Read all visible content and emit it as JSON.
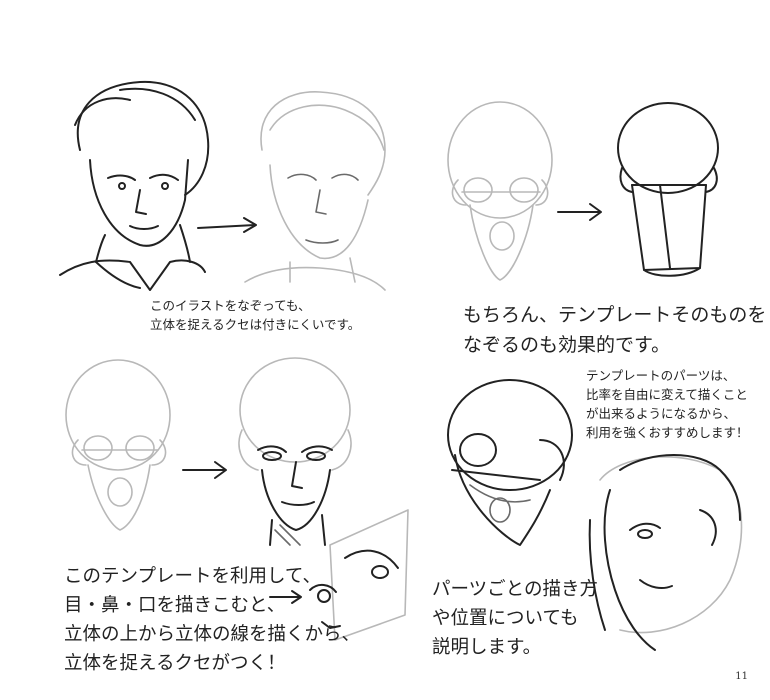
{
  "captions": {
    "panel1": [
      "このイラストをなぞっても、",
      "立体を捉えるクセは付きにくいです。"
    ],
    "panel2": [
      "もちろん、テンプレートそのものを",
      "なぞるのも効果的です。"
    ],
    "panel3": [
      "このテンプレートを利用して、",
      "目・鼻・口を描きこむと、",
      "立体の上から立体の線を描くから、",
      "立体を捉えるクセがつく！"
    ],
    "panel4_top": [
      "テンプレートのパーツは、",
      "比率を自由に変えて描くこと",
      "が出来るようになるから、",
      "利用を強くおすすめします！"
    ],
    "panel4_bottom": [
      "パーツごとの描き方",
      "や位置についても",
      "説明します。"
    ]
  },
  "page_number": "11",
  "colors": {
    "ink": "#222222",
    "light_line": "#b8b8b8",
    "paper": "#ffffff"
  }
}
